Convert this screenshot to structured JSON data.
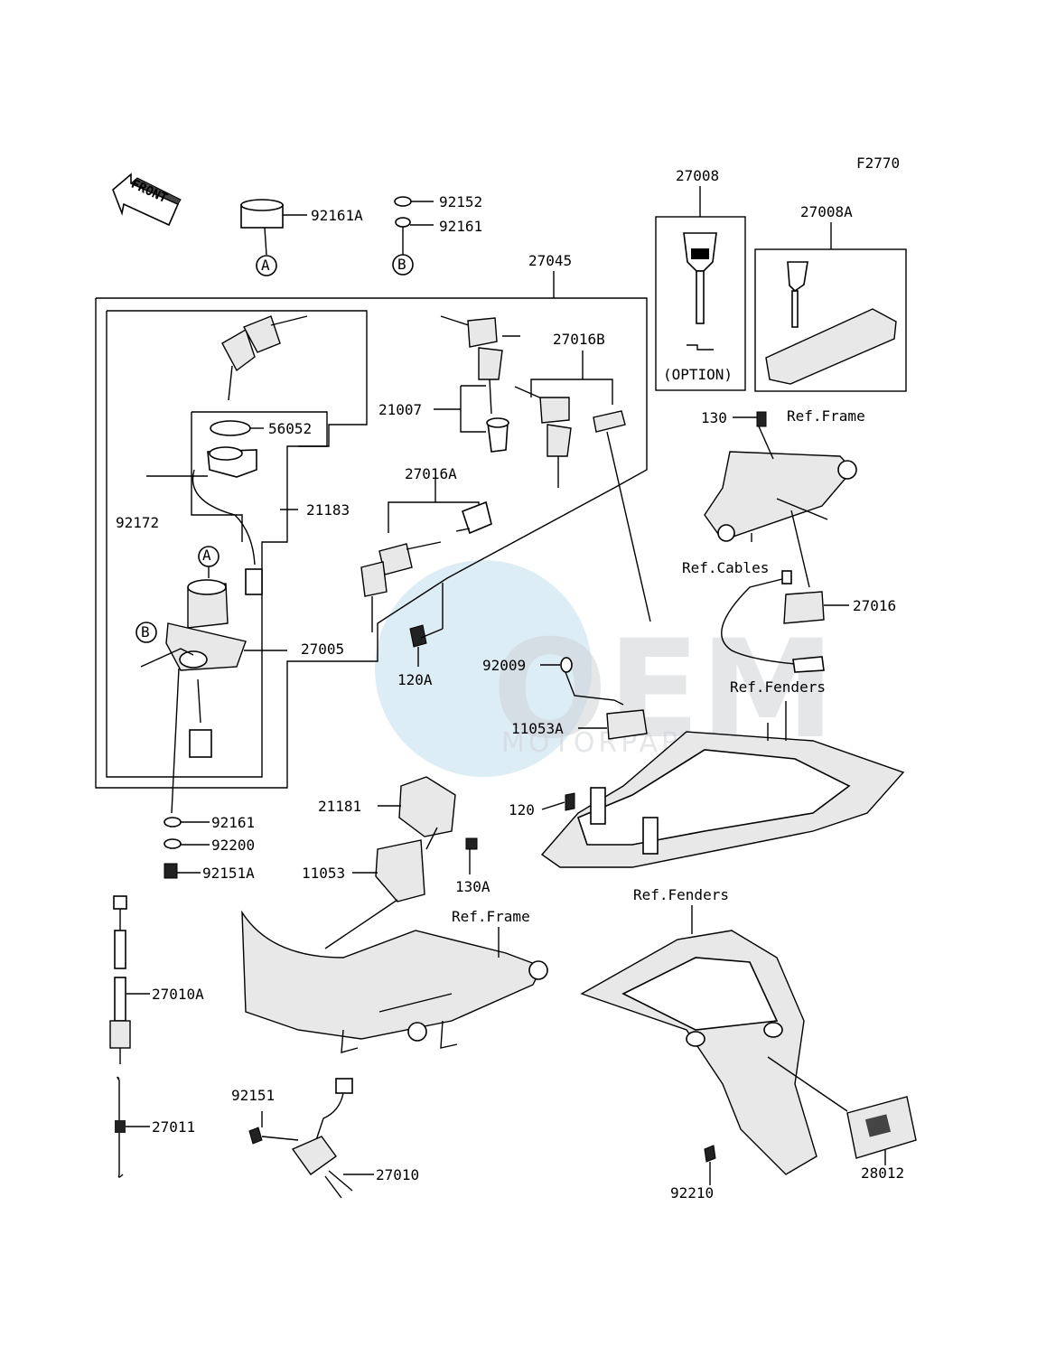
{
  "diagram_code": "F2770",
  "front_label": "FRONT",
  "option_label": "(OPTION)",
  "watermark": {
    "brand": "OEM",
    "sub": "MOTORPARTS"
  },
  "parts": {
    "p27008": "27008",
    "p27008A": "27008A",
    "p27045": "27045",
    "p92161A": "92161A",
    "p92152": "92152",
    "p92161_top": "92161",
    "markA_top": "A",
    "markB_top": "B",
    "p56052": "56052",
    "p21183": "21183",
    "p92172": "92172",
    "markA_mid": "A",
    "markB_mid": "B",
    "p27005": "27005",
    "p21007": "21007",
    "p27016B": "27016B",
    "p27016A": "27016A",
    "p120A": "120A",
    "p92009": "92009",
    "p11053A": "11053A",
    "p130": "130",
    "ref_frame_top": "Ref.Frame",
    "ref_cables": "Ref.Cables",
    "p27016": "27016",
    "ref_fenders_top": "Ref.Fenders",
    "p120": "120",
    "p92161_low": "92161",
    "p92200": "92200",
    "p92151A": "92151A",
    "p21181": "21181",
    "p11053": "11053",
    "p130A": "130A",
    "ref_frame_low": "Ref.Frame",
    "ref_fenders_low": "Ref.Fenders",
    "p27010A": "27010A",
    "p27011": "27011",
    "p92151": "92151",
    "p27010": "27010",
    "p92210": "92210",
    "p28012": "28012"
  }
}
